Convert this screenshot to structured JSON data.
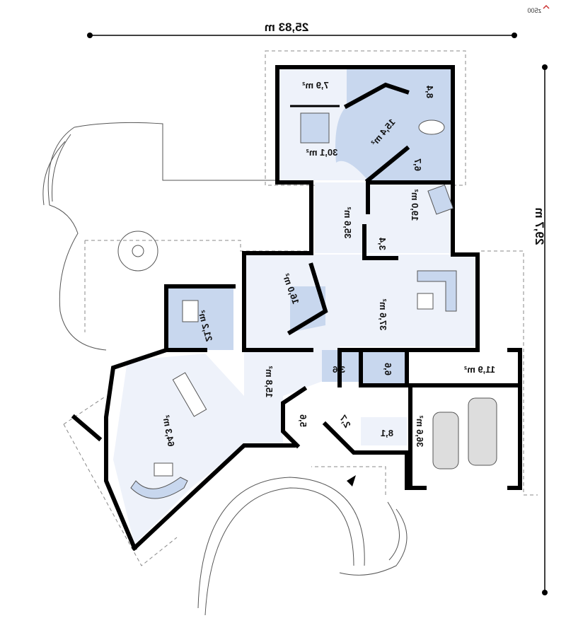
{
  "logo": "z500",
  "dimensions": {
    "width": "25,83 m",
    "depth": "29,7 m"
  },
  "rooms": [
    {
      "id": "bedroom-wardrobe",
      "area": "7,9 m²"
    },
    {
      "id": "wc-upper",
      "area": "8,4"
    },
    {
      "id": "master-bath",
      "area": "15,4 m²"
    },
    {
      "id": "master-bedroom",
      "area": "30,1 m²"
    },
    {
      "id": "small-bath",
      "area": "6,7"
    },
    {
      "id": "hall",
      "area": "35,6 m²"
    },
    {
      "id": "bedroom-2",
      "area": "19,0 m²"
    },
    {
      "id": "closet",
      "area": "3,4"
    },
    {
      "id": "guest-room",
      "area": "16,0 m²"
    },
    {
      "id": "living-room",
      "area": "37,6 m²"
    },
    {
      "id": "kitchen",
      "area": "21,2 m²"
    },
    {
      "id": "vestibule",
      "area": "15,8 m²"
    },
    {
      "id": "wc",
      "area": "3,6"
    },
    {
      "id": "boiler-room",
      "area": "6,6"
    },
    {
      "id": "utility",
      "area": "11,9 m²"
    },
    {
      "id": "dining-living",
      "area": "64,3 m²"
    },
    {
      "id": "entry",
      "area": "5,6"
    },
    {
      "id": "wardrobe",
      "area": "2,7"
    },
    {
      "id": "storage",
      "area": "8,1"
    },
    {
      "id": "garage",
      "area": "36,6 m²"
    }
  ],
  "colors": {
    "room_fill": "#eef2fa",
    "wet_fill": "#c8d7ee",
    "wall": "#000000"
  }
}
